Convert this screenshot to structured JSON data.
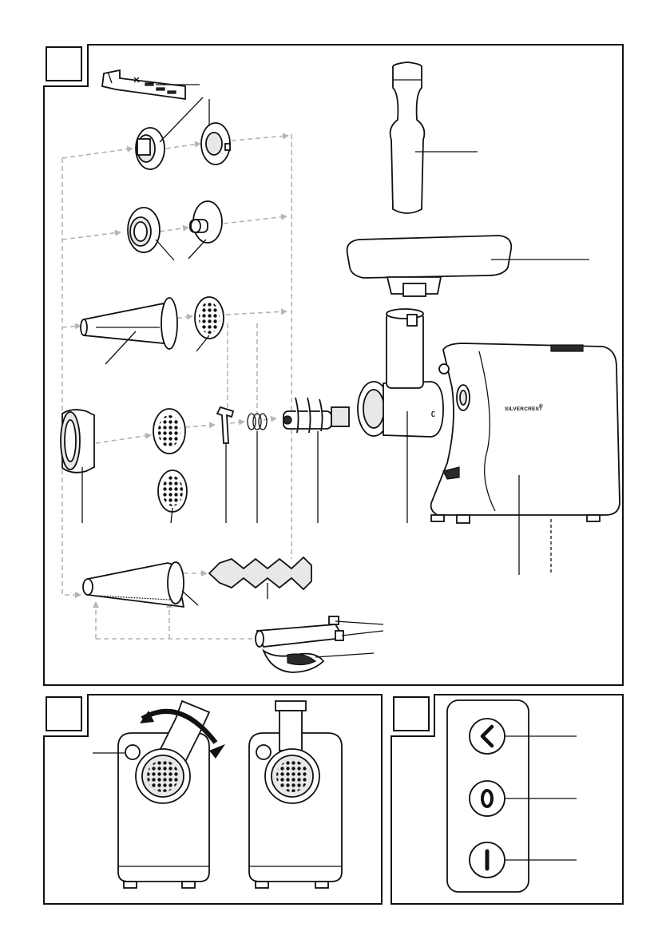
{
  "figures": [
    {
      "id": "figure-a",
      "label_box": ""
    },
    {
      "id": "figure-b",
      "label_box": ""
    },
    {
      "id": "figure-c",
      "label_box": ""
    }
  ],
  "device": {
    "brand_text": "SILVERCREST",
    "brand_mark": "®"
  }
}
